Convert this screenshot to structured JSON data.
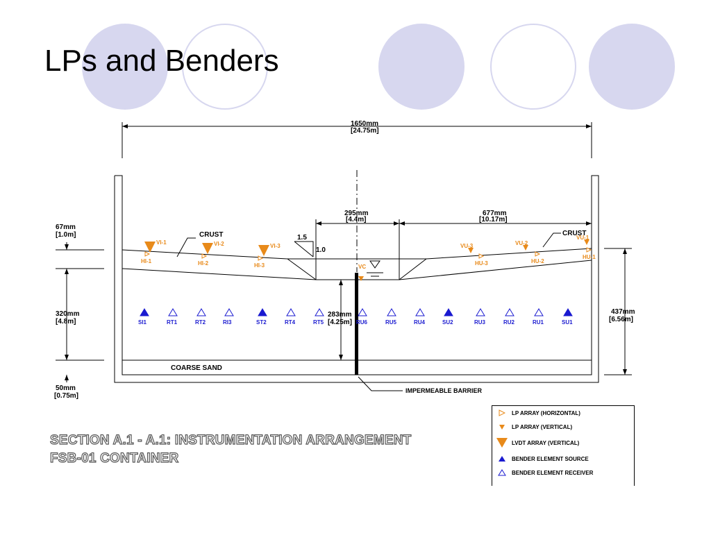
{
  "slide": {
    "title": "LPs and Benders"
  },
  "colors": {
    "circle_fill": "#d7d7ef",
    "lp_orange": "#e88a1a",
    "bender_blue": "#1a1ad0",
    "line": "#000000"
  },
  "dimensions": {
    "width_mm": "1650mm",
    "width_m": "[24.75m]",
    "crust_mm": "67mm",
    "crust_m": "[1.0m]",
    "left_depth_mm": "320mm",
    "left_depth_m": "[4.8m]",
    "base_mm": "50mm",
    "base_m": "[0.75m]",
    "right_depth_mm": "437mm",
    "right_depth_m": "[6.56m]",
    "channel_mm": "295mm",
    "channel_m": "[4.4m]",
    "right_span_mm": "677mm",
    "right_span_m": "[10.17m]",
    "center_depth_mm": "283mm",
    "center_depth_m": "[4.25m]"
  },
  "labels": {
    "crust_left": "CRUST",
    "crust_right": "CRUST",
    "slope_h": "1.5",
    "slope_v": "1.0",
    "coarse_sand": "COARSE SAND",
    "barrier": "IMPERMEABLE BARRIER",
    "vc": "VC"
  },
  "lp_vertical": [
    "VI-1",
    "VI-2",
    "VI-3",
    "VU-3",
    "VU-2",
    "VU-1"
  ],
  "lp_horizontal": [
    "HI-1",
    "HI-2",
    "HI-3",
    "HU-3",
    "HU-2",
    "HU-1"
  ],
  "benders": [
    {
      "label": "SI1",
      "kind": "source"
    },
    {
      "label": "RT1",
      "kind": "receiver"
    },
    {
      "label": "RT2",
      "kind": "receiver"
    },
    {
      "label": "RI3",
      "kind": "receiver"
    },
    {
      "label": "ST2",
      "kind": "source"
    },
    {
      "label": "RT4",
      "kind": "receiver"
    },
    {
      "label": "RT5",
      "kind": "receiver"
    },
    {
      "label": "RU6",
      "kind": "receiver"
    },
    {
      "label": "RU5",
      "kind": "receiver"
    },
    {
      "label": "RU4",
      "kind": "receiver"
    },
    {
      "label": "SU2",
      "kind": "source"
    },
    {
      "label": "RU3",
      "kind": "receiver"
    },
    {
      "label": "RU2",
      "kind": "receiver"
    },
    {
      "label": "RU1",
      "kind": "receiver"
    },
    {
      "label": "SU1",
      "kind": "source"
    }
  ],
  "caption": {
    "line1": "SECTION A.1 - A.1:  INSTRUMENTATION ARRANGEMENT",
    "line2": "FSB-01 CONTAINER"
  },
  "legend": [
    {
      "symbol": "hollow-right-triangle-icon",
      "label": "LP ARRAY (HORIZONTAL)"
    },
    {
      "symbol": "small-down-triangle-icon",
      "label": "LP ARRAY (VERTICAL)"
    },
    {
      "symbol": "large-down-triangle-icon",
      "label": "LVDT ARRAY (VERTICAL)"
    },
    {
      "symbol": "filled-up-triangle-icon",
      "label": "BENDER ELEMENT SOURCE"
    },
    {
      "symbol": "hollow-up-triangle-icon",
      "label": "BENDER ELEMENT RECEIVER"
    }
  ]
}
